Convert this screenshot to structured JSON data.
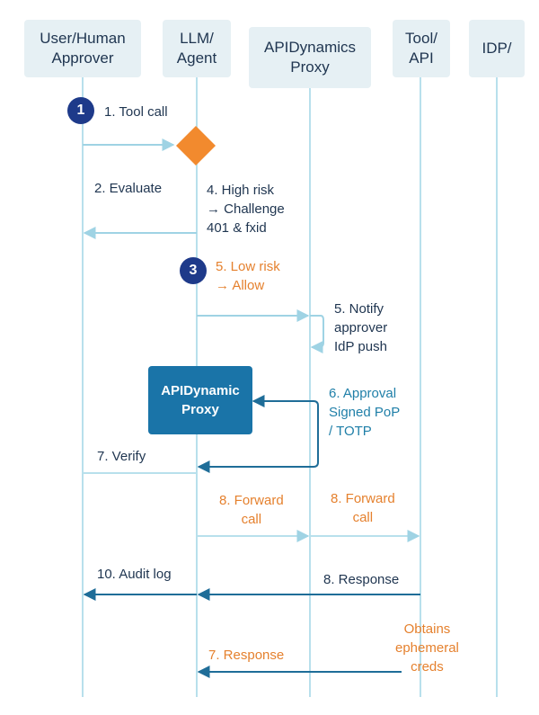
{
  "participants": [
    {
      "id": "user",
      "label": "User/Human\nApprover"
    },
    {
      "id": "llm",
      "label": "LLM/\nAgent"
    },
    {
      "id": "proxy",
      "label": "APIDynamics\nProxy"
    },
    {
      "id": "tool",
      "label": "Tool/\nAPI"
    },
    {
      "id": "idp",
      "label": "IDP/"
    }
  ],
  "steps": {
    "one": "1",
    "three": "3"
  },
  "labels": {
    "tool_call": "1. Tool call",
    "evaluate": "2. Evaluate",
    "high_risk": "4. High risk\n→ Challenge\n401 & fxid",
    "low_risk": "5. Low risk\n→ Allow",
    "notify": "5. Notify\napprover\nIdP push",
    "approval": "6. Approval\nSigned PoP\n/ TOTP",
    "verify": "7. Verify",
    "forward_call_1": "8. Forward\ncall",
    "forward_call_2": "8. Forward\ncall",
    "audit_log": "10. Audit log",
    "response_8": "8. Response",
    "obtains": "Obtains\nephemeral\ncreds",
    "response_7": "7. Response"
  },
  "inner_box": {
    "label": "APIDynamic\nProxy"
  },
  "colors": {
    "dark_text": "#1f3550",
    "orange": "#e5812e",
    "blue_text": "#1f7fa8",
    "lifeline": "#b8e0ec",
    "light_arrow": "#9fd3e4",
    "dark_arrow": "#1f6d98",
    "diamond": "#f28a2e",
    "step_circle": "#1e3a8a"
  }
}
